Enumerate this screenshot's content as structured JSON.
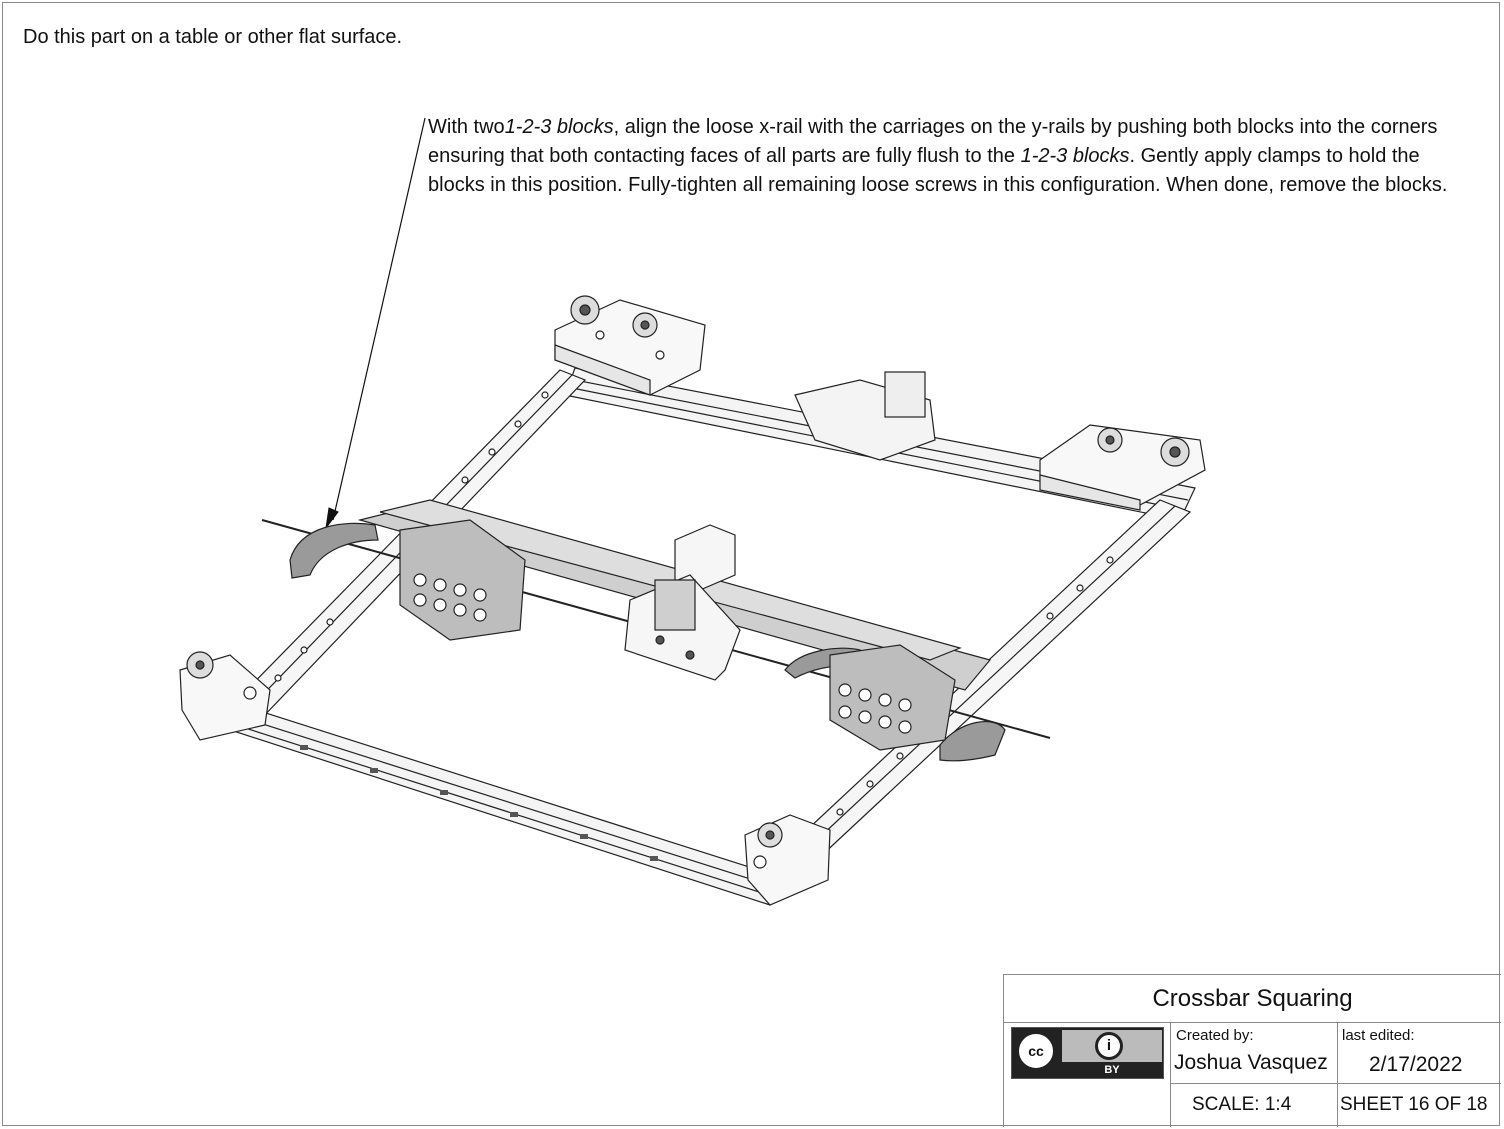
{
  "instructions": {
    "top_note": "Do this part on a table or other flat surface.",
    "callout": [
      {
        "text": "With two",
        "italic": false
      },
      {
        "text": "1-2-3 blocks",
        "italic": true
      },
      {
        "text": ", align the loose x-rail with the carriages on the y-rails by pushing both blocks into the corners ensuring that both contacting faces of all parts are fully flush to the ",
        "italic": false
      },
      {
        "text": "1-2-3 blocks",
        "italic": true
      },
      {
        "text": ". Gently apply clamps to hold the blocks in this position. Fully-tighten all remaining loose screws in this configuration. When done, remove the blocks.",
        "italic": false
      }
    ]
  },
  "title_block": {
    "title": "Crossbar Squaring",
    "created_by_label": "Created by:",
    "author": "Joshua Vasquez",
    "last_edited_label": "last edited:",
    "date": "2/17/2022",
    "scale": "SCALE: 1:4",
    "sheet": "SHEET 16 OF 18",
    "license": {
      "cc": "cc",
      "info_icon": "i",
      "by": "BY"
    }
  },
  "drawing": {
    "description_icons": [
      "frame-rails",
      "corner-brackets",
      "motor-blocks",
      "x-rail-crossbar",
      "toolhead-carriage",
      "1-2-3-blocks",
      "clamps"
    ]
  }
}
